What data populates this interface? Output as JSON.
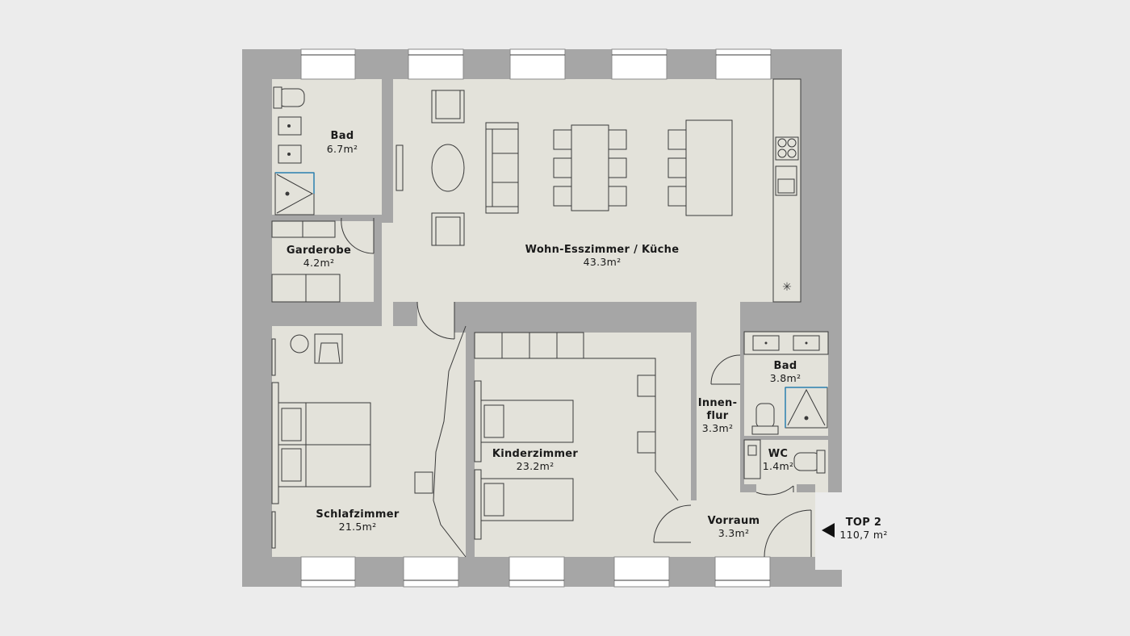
{
  "rooms": {
    "bad1": {
      "name": "Bad",
      "area": "6.7m²"
    },
    "garderobe": {
      "name": "Garderobe",
      "area": "4.2m²"
    },
    "wohn": {
      "name": "Wohn-Esszimmer / Küche",
      "area": "43.3m²"
    },
    "schlaf": {
      "name": "Schlafzimmer",
      "area": "21.5m²"
    },
    "kinder": {
      "name": "Kinderzimmer",
      "area": "23.2m²"
    },
    "innenflur": {
      "name_line1": "Innen-",
      "name_line2": "flur",
      "area": "3.3m²"
    },
    "bad2": {
      "name": "Bad",
      "area": "3.8m²"
    },
    "wc": {
      "name": "WC",
      "area": "1.4m²"
    },
    "vorraum": {
      "name": "Vorraum",
      "area": "3.3m²"
    }
  },
  "unit": {
    "name": "TOP 2",
    "area": "110,7 m²"
  },
  "colors": {
    "background": "#ececec",
    "wall": "#a6a6a6",
    "floor": "#e3e2da",
    "line": "#3a3a3a",
    "shower_accent": "#2a7fb0"
  }
}
